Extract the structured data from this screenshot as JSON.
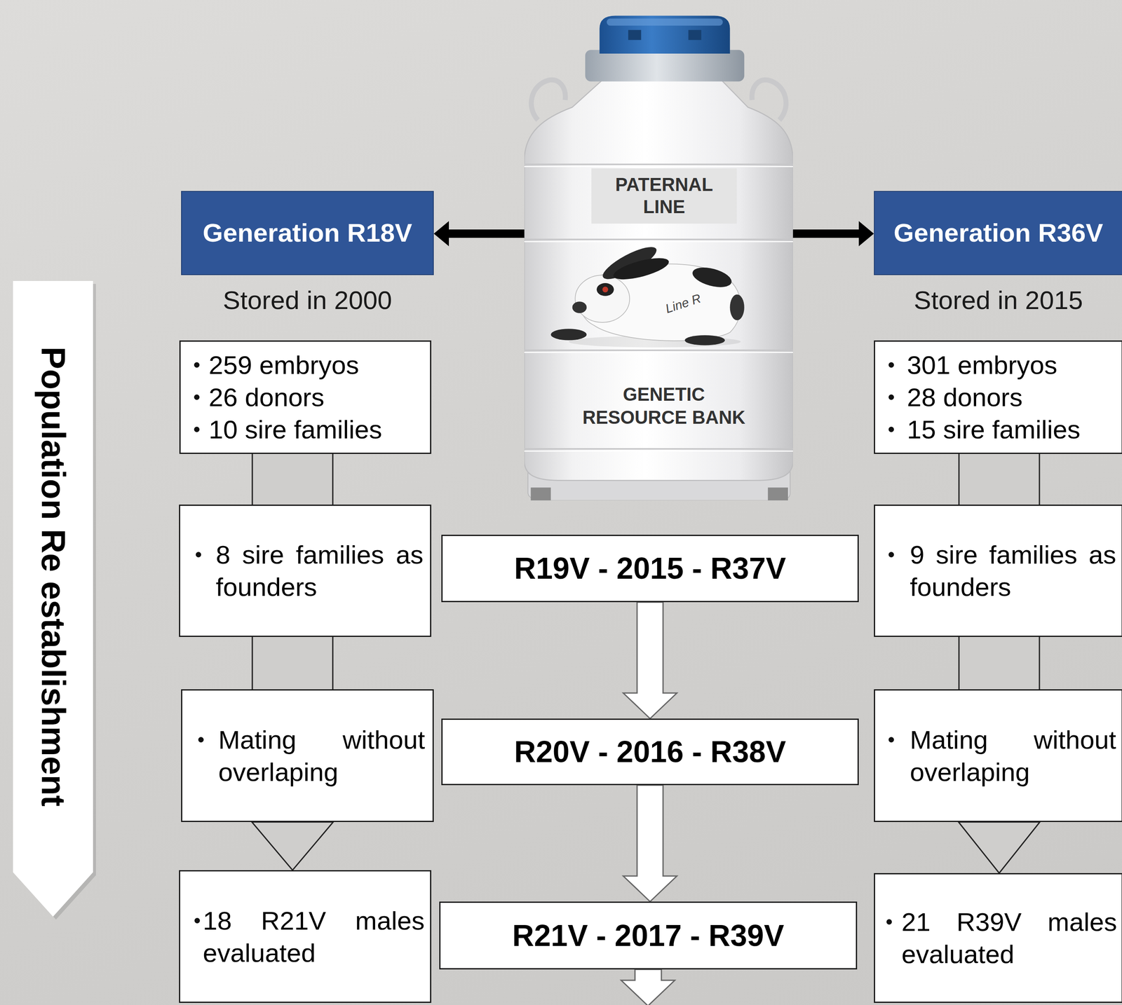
{
  "diagram": {
    "nodes": [
      {
        "text": [
          "Population Re establishment"
        ]
      },
      {
        "text": [
          "PATERNAL LINE",
          "Line R",
          "GENETIC RESOURCE BANK"
        ]
      },
      {
        "text": [
          "Generation R18V",
          "Stored in 2000"
        ]
      },
      {
        "text": [
          "Generation R36V",
          "Stored in 2015"
        ]
      },
      {
        "text": [
          "259 embryos",
          "26 donors",
          "10 sire families"
        ]
      },
      {
        "text": [
          "301 embryos",
          "28 donors",
          "15 sire families"
        ]
      },
      {
        "text": [
          "8 sire families as founders"
        ]
      },
      {
        "text": [
          "R19V - 2015 - R37V"
        ]
      },
      {
        "text": [
          "9 sire families as founders"
        ]
      },
      {
        "text": [
          "Mating without overlaping"
        ]
      },
      {
        "text": [
          "R20V - 2016 - R38V"
        ]
      },
      {
        "text": [
          "Mating without overlaping"
        ]
      },
      {
        "text": [
          "18 R21V males evaluated"
        ]
      },
      {
        "text": [
          "R21V - 2017 - R39V"
        ]
      },
      {
        "text": [
          "21 R39V males evaluated"
        ]
      }
    ],
    "edges": [
      {
        "from": 1,
        "to": 2,
        "arrow": "to"
      },
      {
        "from": 1,
        "to": 3,
        "arrow": "to"
      },
      {
        "from": 4,
        "to": 6,
        "arrow": "none"
      },
      {
        "from": 6,
        "to": 9,
        "arrow": "none"
      },
      {
        "from": 9,
        "to": 12,
        "arrow": "to"
      },
      {
        "from": 5,
        "to": 8,
        "arrow": "none"
      },
      {
        "from": 8,
        "to": 11,
        "arrow": "none"
      },
      {
        "from": 11,
        "to": 14,
        "arrow": "to"
      },
      {
        "from": 7,
        "to": 10,
        "arrow": "to"
      },
      {
        "from": 10,
        "to": 13,
        "arrow": "to"
      }
    ]
  }
}
